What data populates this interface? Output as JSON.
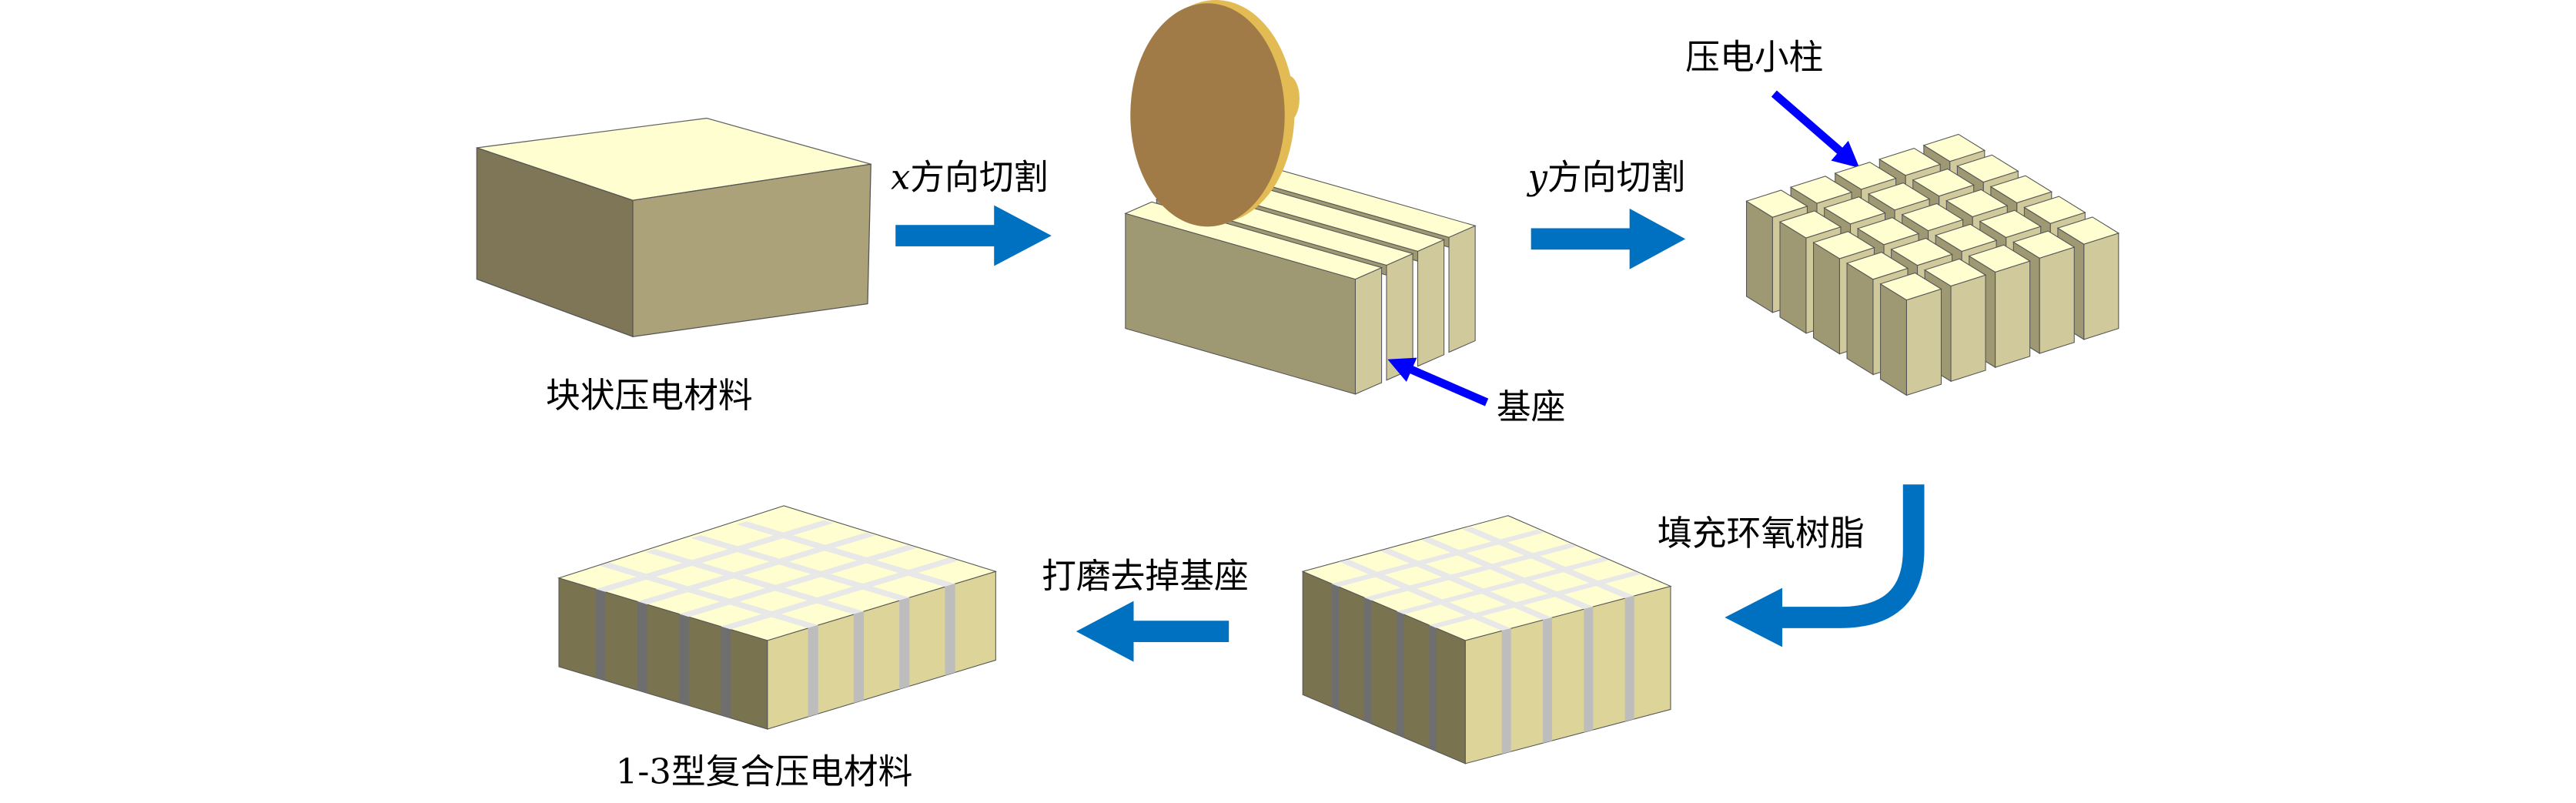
{
  "title": "1-3型复合压电材料制备流程",
  "labels": {
    "bulk": "块状压电材料",
    "x_cut_var": "x",
    "x_cut_text": "方向切割",
    "base": "基座",
    "y_cut_var": "y",
    "y_cut_text": "方向切割",
    "pillars": "压电小柱",
    "fill_epoxy": "填充环氧树脂",
    "grind_base": "打磨去掉基座",
    "composite": "1-3型复合压电材料"
  },
  "colors": {
    "process_arrow": "#0070c0",
    "pointer_arrow": "#0000ff",
    "ceramic_top": "#fffed0",
    "ceramic_left": "#9e9873",
    "ceramic_right": "#cfc99c",
    "bulk_left": "#7e7657",
    "bulk_right": "#aba27a",
    "epoxy": "#e8e8e8",
    "blade": "#a07b48",
    "blade_rim": "#e2bb55"
  },
  "icons": [
    "saw-blade-icon",
    "process-arrow-icon",
    "pointer-arrow-icon"
  ]
}
